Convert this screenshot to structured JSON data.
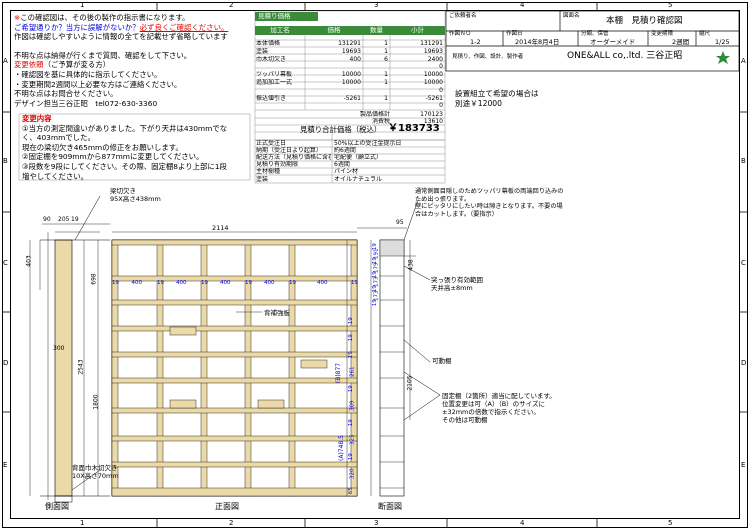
{
  "frame": {
    "columns": [
      "1",
      "2",
      "3",
      "4",
      "5"
    ],
    "rows": [
      "A",
      "B",
      "C",
      "D",
      "E"
    ]
  },
  "notice": {
    "line1_prefix": "※",
    "line1": "この確認図は、その後の製作の指示書になります。",
    "line2": "ご希望通りか？当方に誤解がないか？",
    "line2_red": "必ず良くご確認ください。",
    "line3": "作図は確認しやすいように情報の全てを記載せず省略しています",
    "line4": "不明な点は納得が行くまで質問、確認をして下さい。",
    "line5_title": "変更依頼",
    "line5_rest": "（ご予算が変る方）",
    "line6": "・確認図を基に具体的に指示してください。",
    "line7": "・変更期間2週間以上必要な方はご連絡ください。",
    "line8": "不明な点はお問合せください。",
    "line9": "デザイン担当三谷正昭　tel072-630-3360"
  },
  "change": {
    "title": "変更内容",
    "lines": [
      "①当方の測定間違いがありました。下がり天井は430mmでな",
      "く、403mmでした。",
      "現在の梁切欠き465mmの修正をお願いします。",
      "②固定棚を909mmから877mmに変更してください。",
      "③段数を9段にしてください。その際、固定棚8より上部に1段",
      "増やしてください。"
    ]
  },
  "estimate": {
    "title": "見積り価格",
    "headers": [
      "加工名",
      "価格",
      "数量",
      "小計"
    ],
    "rows": [
      {
        "name": "本体価格",
        "price": "131291",
        "qty": "1",
        "sub": "131291"
      },
      {
        "name": "塗装",
        "price": "19693",
        "qty": "1",
        "sub": "19693"
      },
      {
        "name": "巾木切欠き",
        "price": "400",
        "qty": "6",
        "sub": "2400"
      },
      {
        "name": "",
        "price": "",
        "qty": "",
        "sub": "0"
      },
      {
        "name": "ツッパリ幕板",
        "price": "10000",
        "qty": "1",
        "sub": "10000"
      },
      {
        "name": "追加加工一式",
        "price": "10000",
        "qty": "1",
        "sub": "10000"
      },
      {
        "name": "",
        "price": "",
        "qty": "",
        "sub": "0"
      },
      {
        "name": "振込値引き",
        "price": "-5261",
        "qty": "1",
        "sub": "-5261"
      },
      {
        "name": "",
        "price": "",
        "qty": "",
        "sub": "0"
      }
    ],
    "product_total_label": "製品価格計",
    "product_total": "170123",
    "tax_label": "消費税",
    "tax": "13610",
    "grand_label": "見積り合計価格（税込）",
    "grand_total": "￥183733",
    "option_note1": "設置組立て希望の場合は",
    "option_note2": "別途￥12000"
  },
  "terms": [
    {
      "k": "正式受注日",
      "v": "50%以上の受注金提示日"
    },
    {
      "k": "納期（受注日より起算）",
      "v": "約6週間"
    },
    {
      "k": "配送方法（見積り価格に含む）",
      "v": "宅配便（顧立式）"
    },
    {
      "k": "見積り有効期限",
      "v": "6週間"
    },
    {
      "k": "主材樹種",
      "v": "パイン材"
    },
    {
      "k": "塗装",
      "v": "オイルナチュラル"
    }
  ],
  "titleblock": {
    "customer_label": "ご依頼者名",
    "drawing_label": "図面名",
    "drawing_name": "本棚　見積り確認図",
    "no_label": "作図ＮＯ",
    "no": "1-2",
    "date_label": "作図日",
    "date": "2014年8月4日",
    "category_label": "分類、保管",
    "category": "オーダーメイド",
    "period_label": "変更期限",
    "period": "2週間",
    "scale_label": "縮尺",
    "scale": "1/25",
    "maker_label": "見積り、作図、設計、製作者",
    "maker": "ONE&ALL co,.ltd. 三谷正昭"
  },
  "drawing": {
    "beam_label1": "梁切欠き",
    "beam_label2": "95X高さ438mm",
    "back_shelf_label": "背補強板",
    "skirting_label1": "背面巾木切欠き",
    "skirting_label2": "10X高さ70mm",
    "strut_note1": "通常側面目隠しのためツッパリ幕板の両端回り込みの",
    "strut_note2": "ため出っ張ります。",
    "strut_note3": "壁にピッタリにしたい時は隙きとなります。不要の場",
    "strut_note4": "合はカットします。（要指示）",
    "ceiling_note1": "突っ張り有効範囲",
    "ceiling_note2": "天井高±8mm",
    "movable_label": "可動棚",
    "fixed_note1": "固定棚（2箇所）適当に配しています。",
    "fixed_note2": "位置変更は可（A）（B）のサイズに",
    "fixed_note3": "±32mmの倍数で指示ください。",
    "fixed_note4": "その他は可動棚",
    "side_view": "側面図",
    "front_view": "正面図",
    "section_view": "断面図",
    "dims": {
      "top_a": "90",
      "top_b": "205",
      "top_c": "19",
      "width": "2114",
      "side_403": "403",
      "side_698": "698",
      "side_300": "300",
      "side_2543": "2543",
      "side_1800": "1800",
      "side_top_95": "95",
      "sec_438": "438",
      "sec_2105": "2105",
      "bay": "400",
      "post": "19",
      "sec_col_a": [
        "19",
        "191",
        "19",
        "179",
        "19",
        "173",
        "19",
        "173",
        "19"
      ],
      "sec_col_b": [
        "19",
        "19",
        "19",
        "261",
        "19",
        "309",
        "19",
        "325",
        "19",
        "320",
        "65"
      ],
      "b877": "(B)877",
      "a748": "(A)748.5"
    }
  }
}
